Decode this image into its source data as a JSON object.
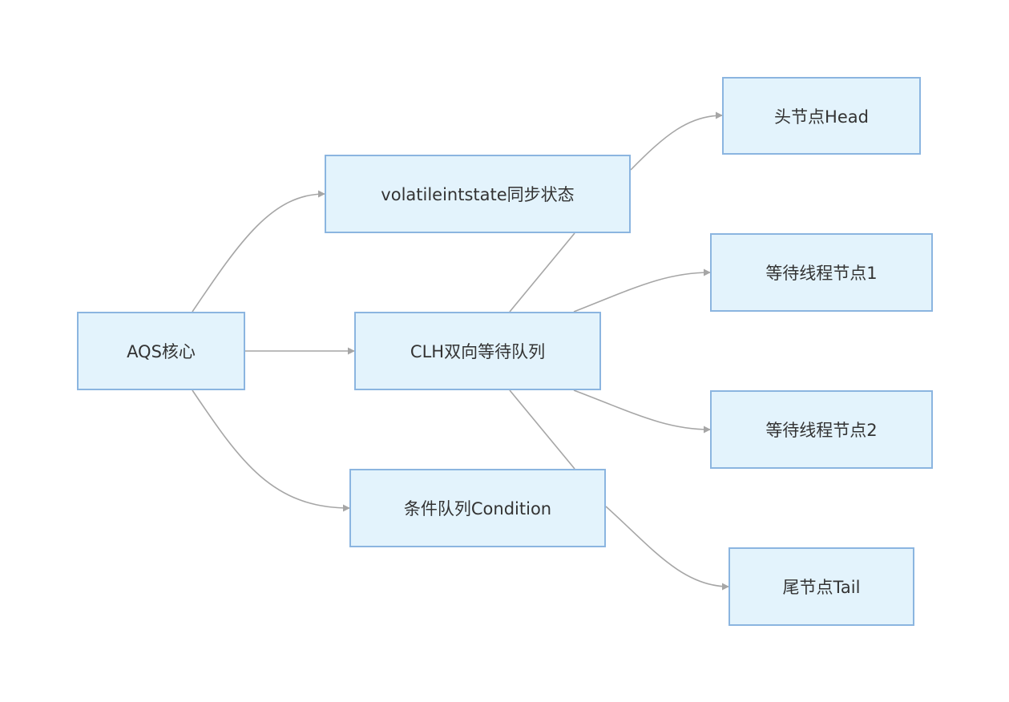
{
  "nodes": {
    "aqs": "AQS核心",
    "state": "volatileintstate同步状态",
    "clh": "CLH双向等待队列",
    "condition": "条件队列Condition",
    "head": "头节点Head",
    "wait1": "等待线程节点1",
    "wait2": "等待线程节点2",
    "tail": "尾节点Tail"
  },
  "colors": {
    "node_fill": "#e3f3fc",
    "node_border": "#8bb5e0",
    "edge": "#a6a6a6",
    "text": "#333333"
  }
}
